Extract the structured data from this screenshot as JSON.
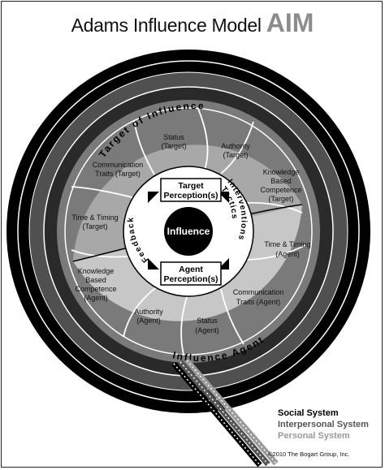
{
  "title": {
    "main": "Adams Influence Model",
    "acronym": "AIM"
  },
  "ring_labels": {
    "target": "Target of Influence",
    "agent": "Influence Agent",
    "interventions": "Interventions",
    "tactics": "Tactics",
    "feedback": "Feedback"
  },
  "center": "Influence",
  "target_box": {
    "line1": "Target",
    "line2": "Perception(s)"
  },
  "agent_box": {
    "line1": "Agent",
    "line2": "Perception(s)"
  },
  "segments": [
    {
      "line1": "Status",
      "line2": "(Target)",
      "line3": ""
    },
    {
      "line1": "Authority",
      "line2": "(Target)",
      "line3": ""
    },
    {
      "line1": "Knowledge",
      "line2": "Based",
      "line3": "Competence",
      "line4": "(Target)"
    },
    {
      "line1": "Time & Timing",
      "line2": "(Agent)",
      "line3": ""
    },
    {
      "line1": "Communication",
      "line2": "Traits (Agent)",
      "line3": ""
    },
    {
      "line1": "Status",
      "line2": "(Agent)",
      "line3": ""
    },
    {
      "line1": "Authority",
      "line2": "(Agent)",
      "line3": ""
    },
    {
      "line1": "Knowledge",
      "line2": "Based",
      "line3": "Competence",
      "line4": "(Agent)"
    },
    {
      "line1": "Time & Timing",
      "line2": "(Target)",
      "line3": ""
    },
    {
      "line1": "Communication",
      "line2": "Traits (Target)",
      "line3": ""
    }
  ],
  "legend": [
    {
      "label": "Social System",
      "color": "#000000"
    },
    {
      "label": "Interpersonal System",
      "color": "#555555"
    },
    {
      "label": "Personal System",
      "color": "#9a9a9a"
    }
  ],
  "copyright": "©2010 The Bogart Group, Inc."
}
